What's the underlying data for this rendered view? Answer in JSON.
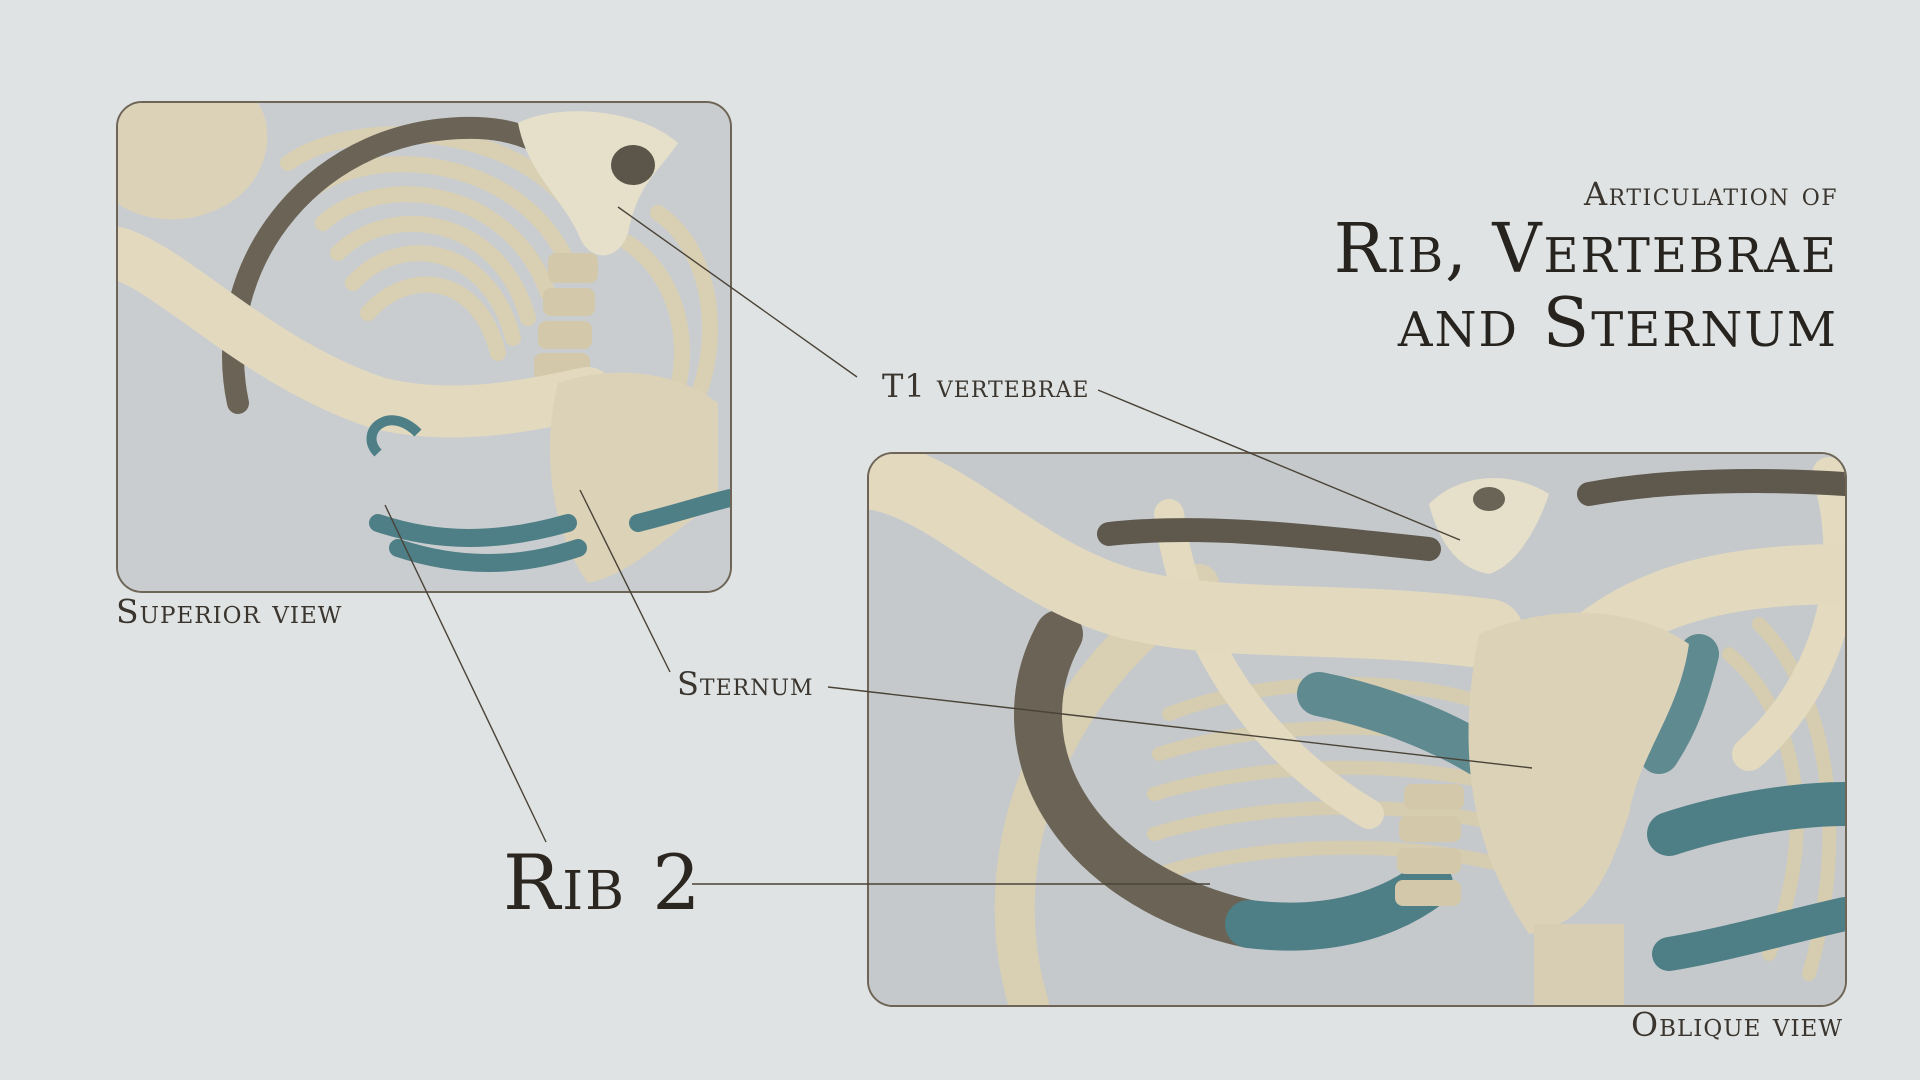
{
  "title": {
    "kicker": "Articulation of",
    "line1": "Rib, Vertebrae",
    "line2": "and Sternum"
  },
  "views": {
    "superior_caption": "Superior view",
    "oblique_caption": "Oblique view"
  },
  "labels": {
    "t1": "T1 vertebrae",
    "sternum": "Sternum",
    "rib2": "Rib 2"
  },
  "colors": {
    "background": "#dfe3e3",
    "bone": "#dcd2b8",
    "cartilage": "#4e7f86",
    "highlighted_rib": "#6b6456",
    "leader_line": "#4a4338"
  }
}
